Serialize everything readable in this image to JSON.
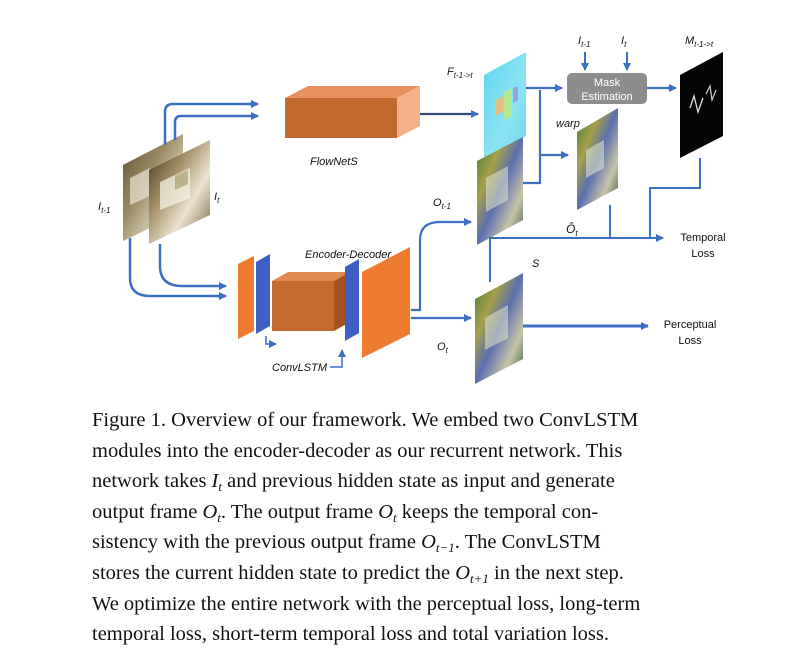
{
  "figure": {
    "labels": {
      "i_t1": "I",
      "i_t1_sub": "t-1",
      "i_t": "I",
      "i_t_sub": "t",
      "flownets": "FlowNetS",
      "flow": "F",
      "flow_sub": "t-1->t",
      "mask_top_in1": "I",
      "mask_top_in1_sub": "t-1",
      "mask_top_in2": "I",
      "mask_top_in2_sub": "t",
      "mask_line1": "Mask",
      "mask_line2": "Estimation",
      "mask_out": "M",
      "mask_out_sub": "t-1->t",
      "warp": "warp",
      "o_prev": "O",
      "o_prev_sub": "t-1",
      "o_hat": "Ô",
      "o_hat_sub": "t",
      "encoder_decoder": "Encoder-Decoder",
      "convlstm": "ConvLSTM",
      "o_t": "O",
      "o_t_sub": "t",
      "s": "S",
      "temporal_line1": "Temporal",
      "temporal_line2": "Loss",
      "perceptual_line1": "Perceptual",
      "perceptual_line2": "Loss"
    }
  },
  "caption": {
    "l1": "Figure 1. Overview of our framework. We embed two ConvLSTM",
    "l2": "modules into the encoder-decoder as our recurrent network. This",
    "l3a": "network takes ",
    "l3m": "I",
    "l3s": "t",
    "l3b": " and previous hidden state as input and generate",
    "l4a": "output frame ",
    "l4m": "O",
    "l4s": "t",
    "l4b": ". The output frame ",
    "l4m2": "O",
    "l4s2": "t",
    "l4c": " keeps the temporal con-",
    "l5a": "sistency with the previous output frame ",
    "l5m": "O",
    "l5s": "t−1",
    "l5b": ". The ConvLSTM",
    "l6a": "stores the current hidden state to predict the ",
    "l6m": "O",
    "l6s": "t+1",
    "l6b": " in the next step.",
    "l7": "We optimize the entire network with the perceptual loss, long-term",
    "l8": "temporal loss, short-term temporal loss and total variation loss."
  }
}
